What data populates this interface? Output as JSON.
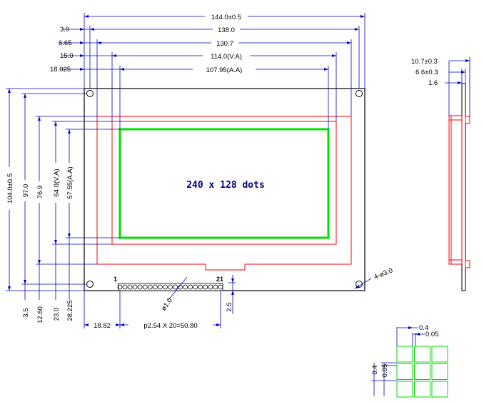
{
  "drawing": {
    "center_label": "240 x 128 dots",
    "top_dims": [
      "144.0±0.5",
      "138.0",
      "130.7",
      "114.0(V.A)",
      "107.95(A.A)"
    ],
    "top_left_labels": [
      "3.0",
      "6.65",
      "15.0",
      "18.025"
    ],
    "left_dims": [
      "104.0±0.5",
      "97.0",
      "76.9",
      "64.0(V.A)",
      "57.55(A.A)"
    ],
    "bottom_left_dims": [
      "3.5",
      "12.60",
      "23.0",
      "28.225"
    ],
    "bottom_right_dim": "2.5",
    "bottom_dims": {
      "left": "18.82",
      "pitch": "p2.54 X 20=50.80"
    },
    "pins": {
      "first": "1",
      "last": "21",
      "pin_dia": "ø1.0"
    },
    "hole": "4-ø3.0",
    "side_dims": [
      "10.7±0.3",
      "6.6±0.3",
      "1.6"
    ],
    "dot_dims": {
      "top_a": "0.4",
      "top_b": "0.05",
      "left_a": "0.4",
      "left_b": "0.05"
    },
    "colors": {
      "dim_line": "#0000cc",
      "outline": "#000000",
      "bezel": "#ff0000",
      "active_area": "#00dd00",
      "dot_grid": "#00dd00",
      "text_center": "#000080"
    }
  }
}
